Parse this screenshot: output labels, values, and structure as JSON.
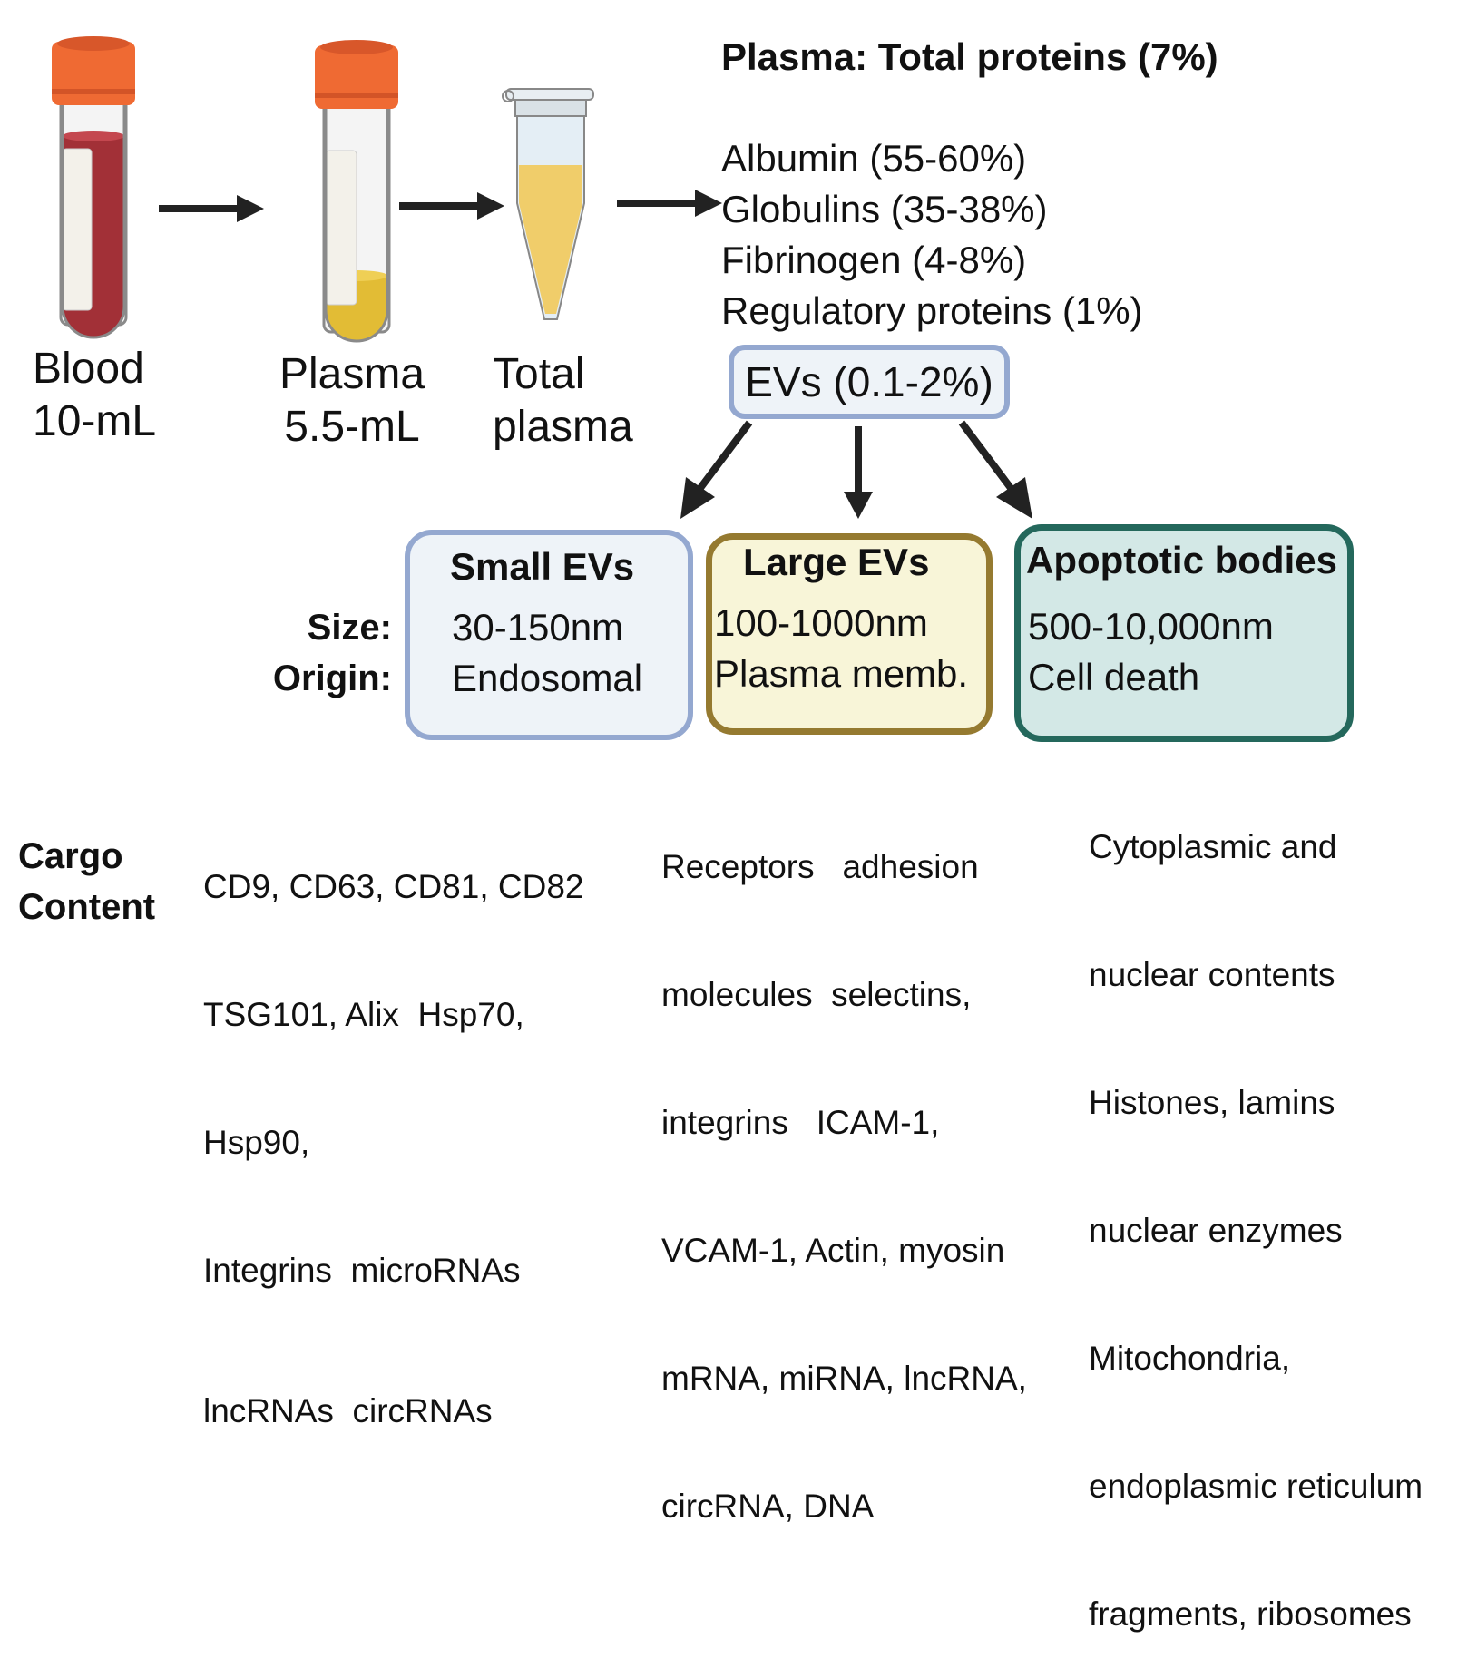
{
  "workflow": {
    "steps": [
      {
        "icon": "blood-tube-icon",
        "line1": "Blood",
        "line2": "10-mL"
      },
      {
        "icon": "plasma-tube-icon",
        "line1": "Plasma",
        "line2": "5.5-mL"
      },
      {
        "icon": "microtube-icon",
        "line1": "Total",
        "line2": "plasma"
      }
    ],
    "colors": {
      "cap": "#ef6a33",
      "blood": "#a23037",
      "plasma": "#e2bc35",
      "microtube_fill": "#f0cd6a",
      "arrow": "#222222"
    }
  },
  "plasma_proteins": {
    "title": "Plasma: Total proteins (7%)",
    "items": [
      "Albumin (55-60%)",
      "Globulins (35-38%)",
      "Fibrinogen (4-8%)",
      "Regulatory proteins (1%)"
    ],
    "evs_label": "EVs (0.1-2%)"
  },
  "row_labels": {
    "size": "Size:",
    "origin": "Origin:",
    "cargo_line1": "Cargo",
    "cargo_line2": "Content"
  },
  "ev_types": [
    {
      "name": "Small EVs",
      "size": "30-150nm",
      "origin": "Endosomal",
      "border_color": "#94a8d0",
      "fill_color": "#eef3f8",
      "cargo": [
        "CD9, CD63, CD81, CD82",
        "TSG101, Alix  Hsp70,",
        "Hsp90,",
        "Integrins  microRNAs",
        "lncRNAs  circRNAs"
      ]
    },
    {
      "name": "Large EVs",
      "size": "100-1000nm",
      "origin": "Plasma memb.",
      "border_color": "#957a30",
      "fill_color": "#f8f5d8",
      "cargo": [
        "Receptors   adhesion",
        "molecules  selectins,",
        "integrins   ICAM-1,",
        "VCAM-1, Actin, myosin",
        "mRNA, miRNA, lncRNA,",
        "circRNA, DNA"
      ]
    },
    {
      "name": "Apoptotic bodies",
      "size": "500-10,000nm",
      "origin": "Cell death",
      "border_color": "#24685c",
      "fill_color": "#d3e8e6",
      "cargo": [
        "Cytoplasmic and",
        "nuclear contents",
        "Histones, lamins",
        "nuclear enzymes",
        "Mitochondria,",
        "endoplasmic reticulum",
        "fragments, ribosomes"
      ]
    }
  ]
}
